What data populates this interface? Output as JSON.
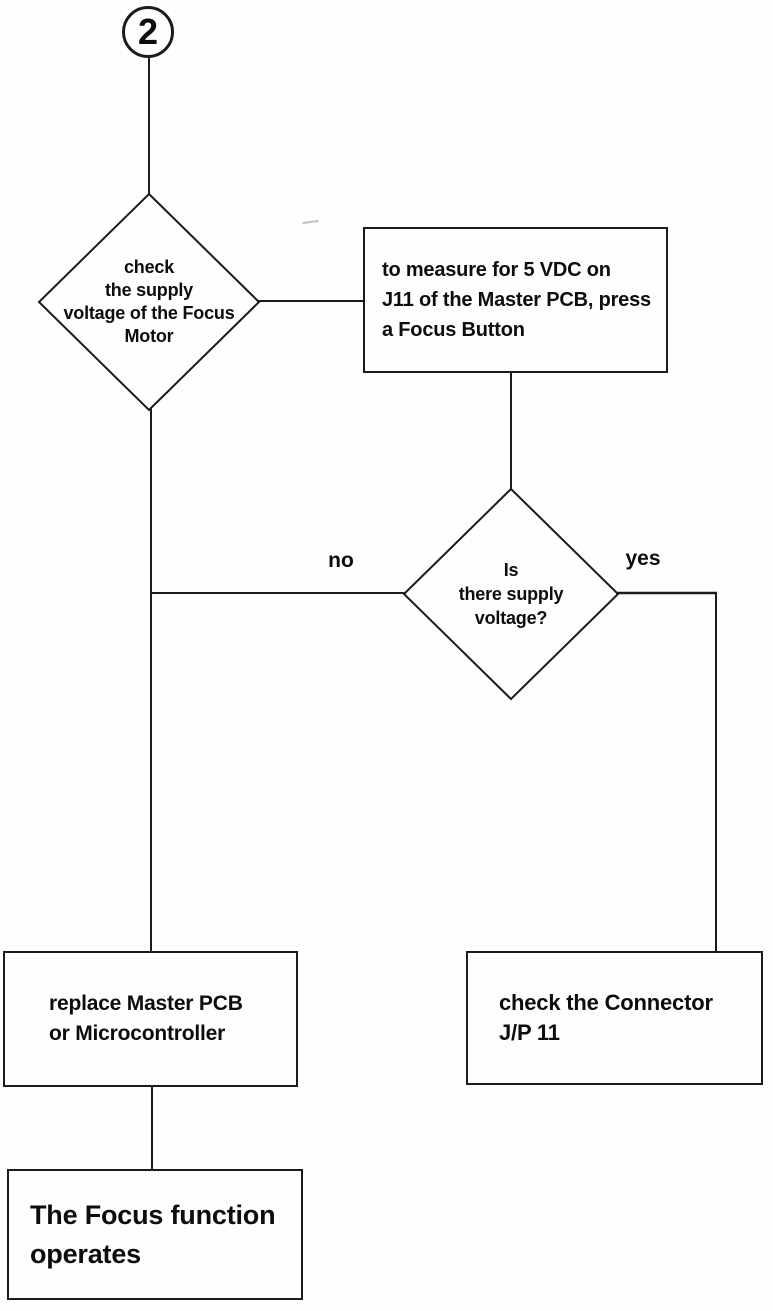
{
  "colors": {
    "line": "#1b1b1b",
    "background": "#fefefe",
    "text": "#0d0d0d"
  },
  "flowchart": {
    "connector": {
      "label": "2"
    },
    "nodes": {
      "decision_check_supply": {
        "text": "check\nthe supply\nvoltage of the Focus\nMotor"
      },
      "process_measure": {
        "text": "to measure for 5 VDC on\nJ11 of the Master PCB, press\na Focus Button"
      },
      "decision_is_voltage": {
        "text": "Is\nthere supply\nvoltage?"
      },
      "process_replace": {
        "text": "replace Master PCB\nor Microcontroller"
      },
      "process_check_connector": {
        "text": "check the Connector\nJ/P 11"
      },
      "terminal_operates": {
        "text": "The Focus function\noperates"
      }
    },
    "branch_labels": {
      "no": "no",
      "yes": "yes"
    }
  }
}
